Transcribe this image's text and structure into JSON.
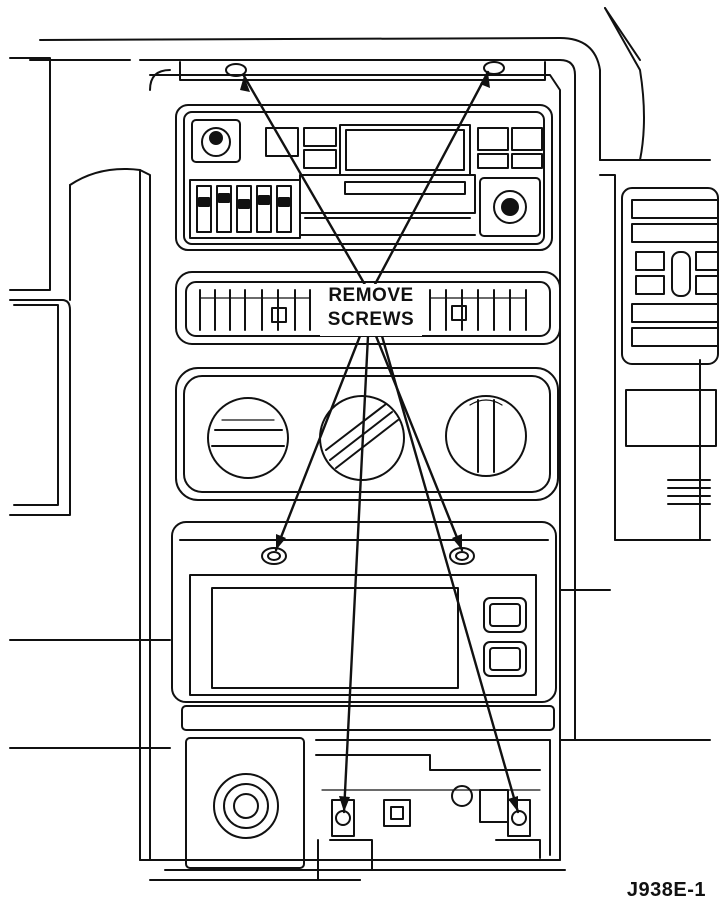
{
  "callout": {
    "line1": "REMOVE",
    "line2": "SCREWS"
  },
  "figure_id": "J938E-1",
  "colors": {
    "ink": "#111111",
    "paper": "#ffffff"
  }
}
